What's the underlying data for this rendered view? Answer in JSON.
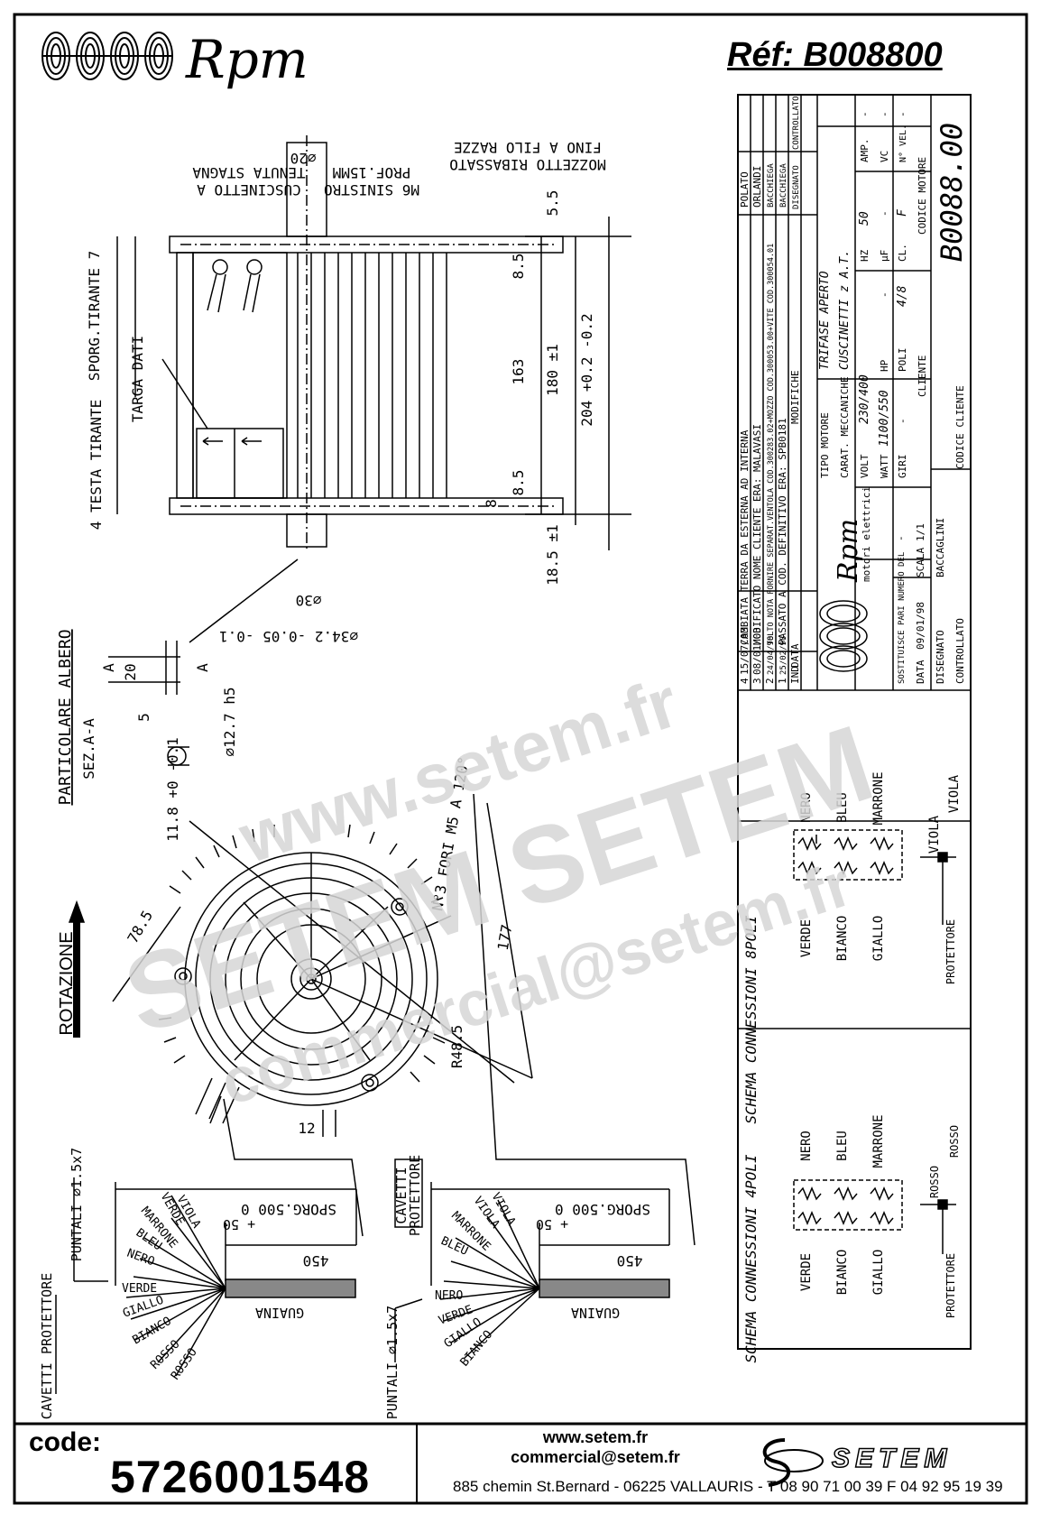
{
  "header": {
    "logo_text": "Rpm",
    "reference": "Réf:  B008800"
  },
  "drawing_side": {
    "cuscinetto": [
      "CUSCINETTO A",
      "TENUTA STAGNA"
    ],
    "diam_20": "⌀20",
    "m6": [
      "M6 SINISTRO",
      "PROF.15MM"
    ],
    "mozzetto": [
      "MOZZETTO RIBASSATO",
      "FINO A FILO RAZZE"
    ],
    "sporg_tirante": "SPORG.TIRANTE 7",
    "targa_dati": "TARGA DATI",
    "testa_tirante": "4 TESTA TIRANTE",
    "dims": [
      "5.5",
      "8.5",
      "163",
      "180 ±1",
      "204 +0.2 -0.2",
      "8.5",
      "8",
      "18.5 ±1",
      "⌀30",
      "⌀34.2 -0.05 -0.1"
    ],
    "particolare": [
      "PARTICOLARE ALBERO",
      "SEZ.A-A"
    ],
    "shaft_dims": [
      "20",
      "5",
      "⌀12.7 h5",
      "11.8 +0 -0.1",
      "A",
      "A"
    ]
  },
  "drawing_front": {
    "rotazione": "ROTAZIONE",
    "fori": "N°3 FORI M5 A 120°",
    "dims": [
      "78.5",
      "177",
      "R48.5",
      "12"
    ]
  },
  "cables_left": {
    "puntali": "PUNTALI ⌀1.5x7",
    "cavetti_protettore": "CAVETTI PROTETTORE",
    "sporg": "SPORG.500  0",
    "plus50": "+ 50",
    "len": "450",
    "guaina": "GUAINA",
    "wires": [
      "VIOLA",
      "VERDE",
      "MARRONE",
      "BLEU",
      "NERO",
      "VERDE",
      "GIALLO",
      "BIANCO",
      "ROSSO",
      "ROSSO"
    ]
  },
  "cables_right": {
    "puntali": "PUNTALI ⌀1.5x7",
    "cavetti_protettore": [
      "CAVETTI",
      "PROTETTORE"
    ],
    "sporg": "SPORG.500  0",
    "plus50": "+ 50",
    "len": "450",
    "guaina": "GUAINA",
    "wires": [
      "VIOLA",
      "VIOLA",
      "MARRONE",
      "BLEU",
      "NERO",
      "VERDE",
      "GIALLO",
      "BIANCO"
    ]
  },
  "title_block": {
    "revisions": [
      {
        "ind": "4",
        "date": "15/07/03",
        "text": "CAMBIATA TERRA DA ESTERNA AD INTERNA",
        "by": "POLATO"
      },
      {
        "ind": "3",
        "date": "08/01/03",
        "text": "MODIFICATO NOME CLIENTE ERA: MALAVASI",
        "by": "ORLANDI"
      },
      {
        "ind": "2",
        "date": "24/04/98",
        "text": "TOLTO NOTA FORNIRE SEPARAT.VENTOLA COD.300283.02+MOZZO COD.300053.00+VITE COD.300054.01",
        "by": "BACCHIEGA"
      },
      {
        "ind": "1",
        "date": "25/02/98",
        "text": "PASSATO A COD. DEFINITIVO ERA: SPB0181",
        "by": "BACCHIEGA"
      }
    ],
    "rev_header": {
      "ind": "IND",
      "date": "DATA",
      "mod": "MODIFICHE",
      "dis": "DISEGNATO",
      "con": "CONTROLLATO"
    },
    "company": "Rpm",
    "company_sub": "motori elettrici",
    "tipo_motore_label": "TIPO MOTORE",
    "tipo_motore": "TRIFASE APERTO",
    "carat_label": "CARAT. MECCANICHE",
    "carat": "CUSCINETTI z A.T.",
    "volt_label": "VOLT",
    "volt": "230/400",
    "hz_label": "HZ",
    "hz": "50",
    "amp_label": "AMP.",
    "amp": "-",
    "watt_label": "WATT",
    "watt": "1100/550",
    "hp_label": "HP",
    "hp": "-",
    "uf_label": "μF",
    "uf": "-",
    "vc_label": "VC",
    "vc": "-",
    "giri_label": "GIRI",
    "giri": "-",
    "poli_label": "POLI",
    "poli": "4/8",
    "cl_label": "CL.",
    "cl": "F",
    "nvel_label": "N° VEL.",
    "nvel": "-",
    "sostituisce_label": "SOSTITUISCE PARI NUMERO DEL",
    "sostituisce": "-",
    "cliente_label": "CLIENTE",
    "codice_motore_label": "CODICE MOTORE",
    "codice_motore": "B0088.00",
    "data_label": "DATA",
    "data": "09/01/98",
    "scala_label": "SCALA",
    "scala": "1/1",
    "disegnato_label": "DISEGNATO",
    "disegnato": "BACCAGLINI",
    "controllato_label": "CONTROLLATO",
    "codice_cliente_label": "CODICE CLIENTE"
  },
  "schema8": {
    "title": "SCHEMA CONNESSIONI 8POLI",
    "left": [
      "VERDE",
      "BIANCO",
      "GIALLO"
    ],
    "right": [
      "NERO",
      "BLEU",
      "MARRONE"
    ],
    "prot": [
      "VIOLA",
      "VIOLA"
    ],
    "protettore": "PROTETTORE"
  },
  "schema4": {
    "title": "SCHEMA CONNESSIONI 4POLI",
    "left": [
      "VERDE",
      "BIANCO",
      "GIALLO"
    ],
    "right": [
      "NERO",
      "BLEU",
      "MARRONE"
    ],
    "prot": [
      "ROSSO",
      "ROSSO"
    ],
    "protettore": "PROTETTORE"
  },
  "watermark": {
    "w1": "www.setem.fr",
    "w2": "SETEM  SETEM",
    "w3": "commercial@setem.fr"
  },
  "footer": {
    "code_label": "code:",
    "code_value": "5726001548",
    "web": "www.setem.fr",
    "email": "commercial@setem.fr",
    "address": "885 chemin St.Bernard  -  06225 VALLAURIS  -  T 08 90 71 00 39   F 04 92 95 19 39",
    "brand": "SETEM"
  }
}
